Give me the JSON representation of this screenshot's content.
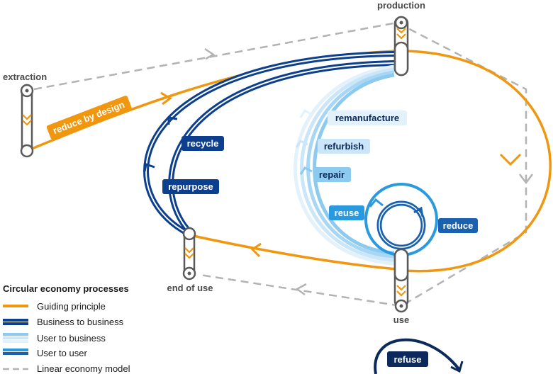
{
  "nodes": {
    "extraction": "extraction",
    "production": "production",
    "use": "use",
    "end_of_use": "end of use"
  },
  "processes": {
    "reduce_by_design": "reduce by design",
    "recycle": "recycle",
    "repurpose": "repurpose",
    "remanufacture": "remanufacture",
    "refurbish": "refurbish",
    "repair": "repair",
    "reuse": "reuse",
    "reduce": "reduce",
    "refuse": "refuse"
  },
  "legend": {
    "title": "Circular economy processes",
    "items": [
      {
        "label": "Guiding principle",
        "style": "orange"
      },
      {
        "label": "Business to business",
        "style": "dark-blue"
      },
      {
        "label": "User to business",
        "style": "light-blue"
      },
      {
        "label": "User to user",
        "style": "mid-blue"
      },
      {
        "label": "Linear economy model",
        "style": "grey-dashed"
      }
    ]
  },
  "colors": {
    "orange": "#f0960f",
    "dark_blue": "#0d3f8f",
    "navy": "#0b2a5b",
    "mid_blue": "#1e7fd0",
    "light_blue": "#8ccaf0",
    "pale_blue": "#cbe6f8",
    "grey": "#b3b3b3",
    "node_outline": "#5a5a5a"
  }
}
